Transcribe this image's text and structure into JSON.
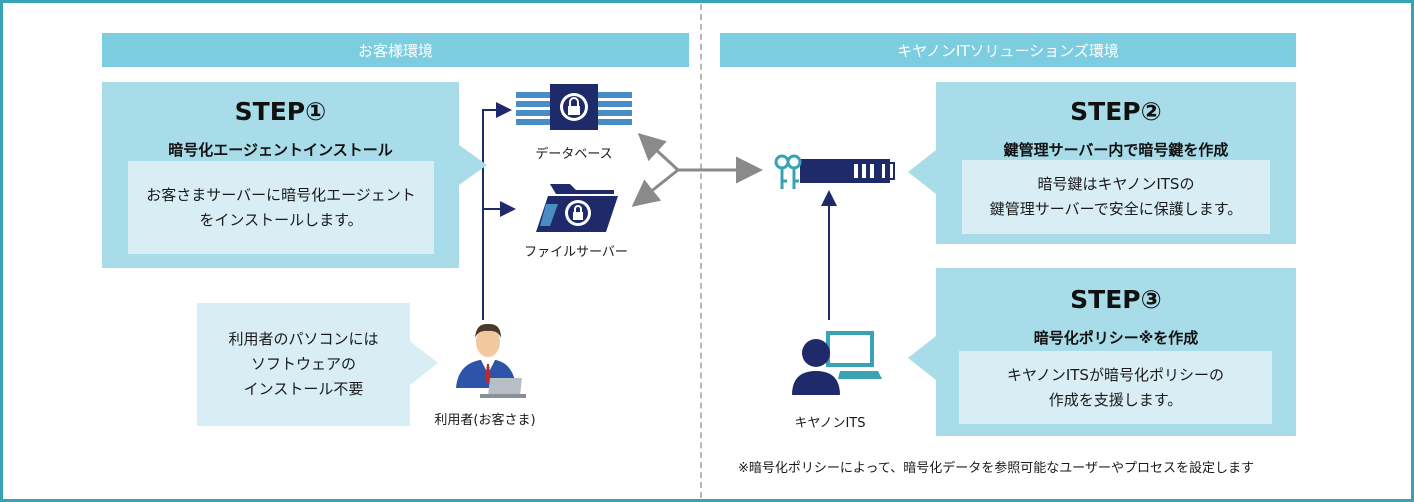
{
  "headers": {
    "customer_env": "お客様環境",
    "canon_env": "キヤノンITソリューションズ環境"
  },
  "step1": {
    "title": "STEP①",
    "subtitle": "暗号化エージェントインストール",
    "body": "お客さまサーバーに暗号化エージェント\nをインストールします。"
  },
  "step2": {
    "title": "STEP②",
    "subtitle": "鍵管理サーバー内で暗号鍵を作成",
    "body": "暗号鍵はキヤノンITSの\n鍵管理サーバーで安全に保護します。"
  },
  "step3": {
    "title": "STEP③",
    "subtitle": "暗号化ポリシー※を作成",
    "body": "キヤノンITSが暗号化ポリシーの\n作成を支援します。"
  },
  "user_note": "利用者のパソコンには\nソフトウェアの\nインストール不要",
  "labels": {
    "database": "データベース",
    "file_server": "ファイルサーバー",
    "user": "利用者(お客さま)",
    "canon_its": "キヤノンITS"
  },
  "footnote": "※暗号化ポリシーによって、暗号化データを参照可能なユーザーやプロセスを設定します",
  "colors": {
    "frame": "#3aa3b3",
    "header": "#7dcde0",
    "step_box": "#a8dce8",
    "step_body": "#d8eef4",
    "navy": "#1f2a6b"
  },
  "icons": [
    "database-lock-icon",
    "file-server-lock-icon",
    "key-server-icon",
    "user-with-laptop-icon",
    "canon-its-operator-icon"
  ]
}
